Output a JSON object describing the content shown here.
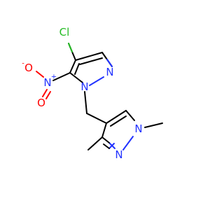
{
  "molecule": {
    "atoms": {
      "chlorine": "Cl",
      "nitro_nitrogen": "N",
      "nitro_plus": "+",
      "nitro_oxygen_top": "O",
      "nitro_minus": "-",
      "nitro_oxygen_bottom": "O",
      "ring1_n1": "N",
      "ring1_n2": "N",
      "ring2_n1": "N",
      "ring2_n2": "N"
    },
    "colors": {
      "carbon_bond": "#000000",
      "nitrogen": "#2233ff",
      "oxygen": "#ff0000",
      "chlorine": "#22bb22",
      "background": "#ffffff"
    }
  }
}
